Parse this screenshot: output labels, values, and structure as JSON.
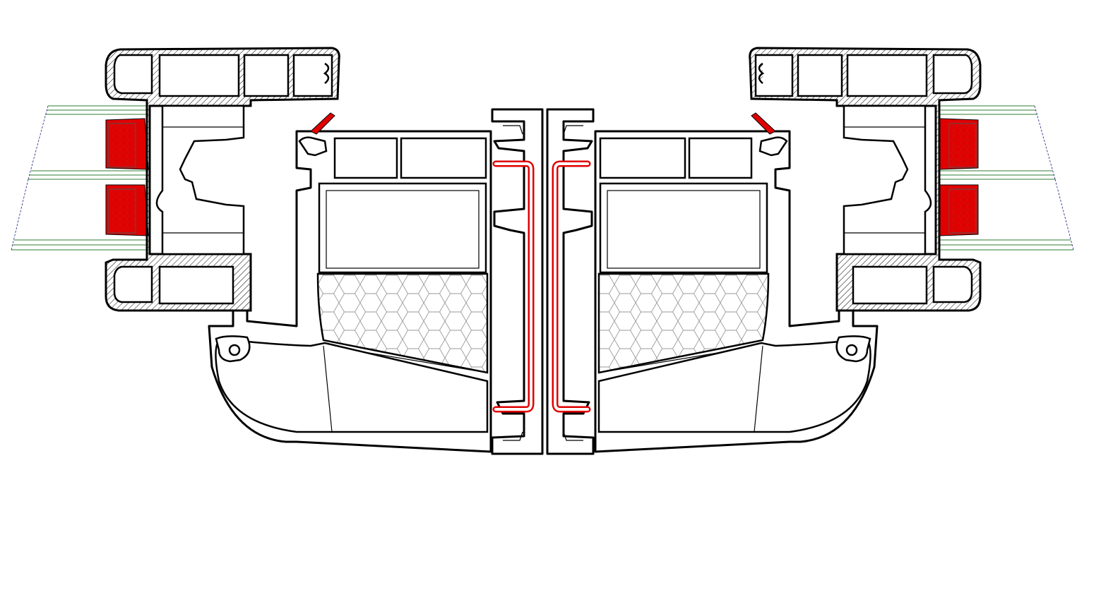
{
  "drawing": {
    "colors": {
      "outline": "#000000",
      "steel_reinforcement": "#e00000",
      "gasket": "#e00000",
      "glazing_lines": "#2e7d32",
      "glazing_edge": "#1a237e",
      "background": "#ffffff"
    },
    "fills": {
      "foam_insulation": "hexagon-hatch",
      "profile_walls": "diagonal-hatch",
      "glazing_spacer": "hexagon-hatch-red"
    }
  }
}
